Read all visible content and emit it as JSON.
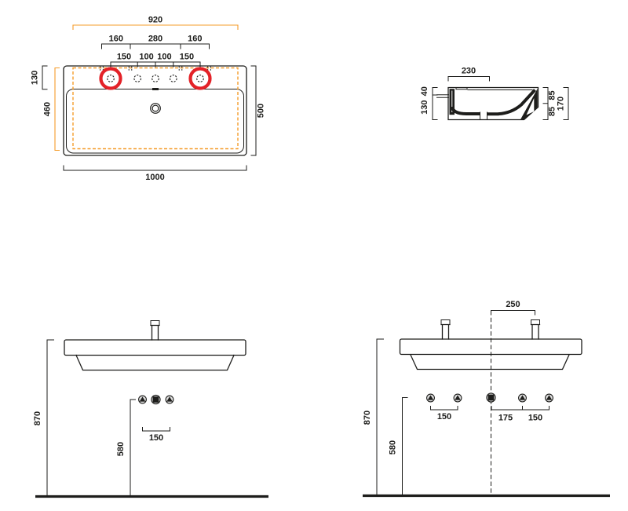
{
  "colors": {
    "line": "#1d1d1b",
    "orange": "#F59C2A",
    "red": "#E32228",
    "symbol_fill": "#dedede"
  },
  "views": {
    "plan": {
      "drilling_width": "920",
      "hole_row_a": [
        "160",
        "280",
        "160"
      ],
      "hole_row_b": [
        "150",
        "100",
        "100",
        "150"
      ],
      "ledge_depth": "130",
      "inner_depth": "460",
      "overall_depth": "500",
      "overall_width": "1000"
    },
    "section": {
      "ledge_width": "230",
      "rim_thickness": "40",
      "front_height": "130",
      "upper_height": "85",
      "lower_height": "85",
      "total_height": "170"
    },
    "front_single": {
      "rim_height": "870",
      "drain_height": "580",
      "supply_spacing": "150"
    },
    "front_double": {
      "tap_offset": "250",
      "rim_height": "870",
      "drain_height": "580",
      "left_supply_spacing": "150",
      "drain_offset": "175",
      "right_supply_spacing": "150"
    }
  }
}
